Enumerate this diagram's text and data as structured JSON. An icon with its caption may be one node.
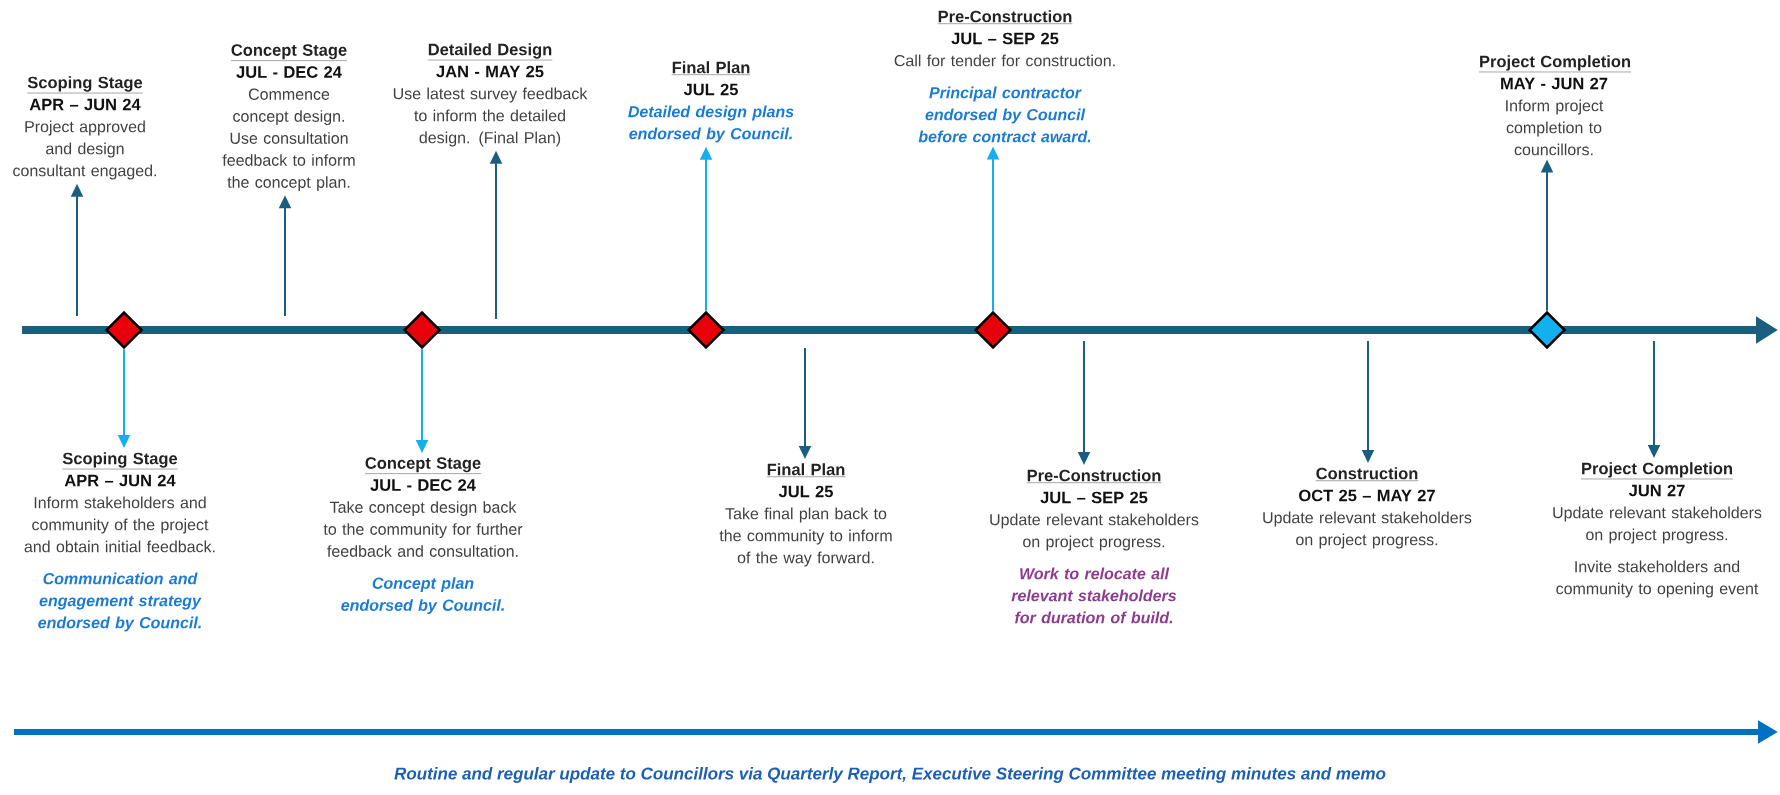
{
  "diagram": {
    "caption": "Routine and regular update to Councillors via Quarterly Report, Executive Steering Committee meeting minutes and memo",
    "nodes": [
      {
        "text": [
          "Scoping Stage",
          "APR – JUN 24",
          "Project approved and design consultant engaged."
        ]
      },
      {
        "text": [
          "Concept Stage",
          "JUL - DEC 24",
          "Commence concept design. Use consultation feedback to inform the concept plan."
        ]
      },
      {
        "text": [
          "Detailed Design",
          "JAN - MAY 25",
          "Use latest survey feedback to inform the detailed design. (Final Plan)"
        ]
      },
      {
        "text": [
          "Final Plan",
          "JUL 25",
          "Detailed design plans endorsed by Council."
        ]
      },
      {
        "text": [
          "Pre-Construction",
          "JUL – SEP 25",
          "Call for tender for construction.",
          "Principal contractor endorsed by Council before contract award."
        ]
      },
      {
        "text": [
          "Project Completion",
          "MAY - JUN 27",
          "Inform project completion to councillors."
        ]
      },
      {
        "text": [],
        "shape": "diamond"
      },
      {
        "text": [],
        "shape": "diamond"
      },
      {
        "text": [],
        "shape": "diamond"
      },
      {
        "text": [],
        "shape": "diamond"
      },
      {
        "text": [],
        "shape": "diamond"
      },
      {
        "text": [
          "Scoping Stage",
          "APR – JUN 24",
          "Inform stakeholders and community of the project and obtain initial feedback.",
          "Communication and engagement strategy endorsed by Council."
        ]
      },
      {
        "text": [
          "Concept Stage",
          "JUL - DEC 24",
          "Take concept design back to the community for further feedback and consultation.",
          "Concept plan endorsed by Council."
        ]
      },
      {
        "text": [
          "Final Plan",
          "JUL 25",
          "Take final plan back to the community to inform of the way forward."
        ]
      },
      {
        "text": [
          "Pre-Construction",
          "JUL – SEP 25",
          "Update relevant stakeholders on project progress.",
          "Work to relocate all relevant stakeholders for duration of build."
        ]
      },
      {
        "text": [
          "Construction",
          "OCT 25 – MAY 27",
          "Update relevant stakeholders on project progress."
        ]
      },
      {
        "text": [
          "Project Completion",
          "JUN 27",
          "Update relevant stakeholders on project progress.",
          "Invite stakeholders and community to opening event"
        ]
      }
    ],
    "edges": [
      {
        "from": null,
        "to": 0,
        "arrow": "to"
      },
      {
        "from": null,
        "to": 1,
        "arrow": "to"
      },
      {
        "from": null,
        "to": 2,
        "arrow": "to"
      },
      {
        "from": 8,
        "to": 3,
        "arrow": "to",
        "color": "#12b0ee"
      },
      {
        "from": 9,
        "to": 4,
        "arrow": "to",
        "color": "#12b0ee"
      },
      {
        "from": 10,
        "to": 5,
        "arrow": "to"
      },
      {
        "from": 6,
        "to": 11,
        "arrow": "to",
        "color": "#12b0ee"
      },
      {
        "from": 7,
        "to": 12,
        "arrow": "to",
        "color": "#12b0ee"
      },
      {
        "from": null,
        "to": 13,
        "arrow": "to"
      },
      {
        "from": null,
        "to": 14,
        "arrow": "to"
      },
      {
        "from": null,
        "to": 15,
        "arrow": "to"
      },
      {
        "from": null,
        "to": 16,
        "arrow": "to"
      }
    ]
  }
}
